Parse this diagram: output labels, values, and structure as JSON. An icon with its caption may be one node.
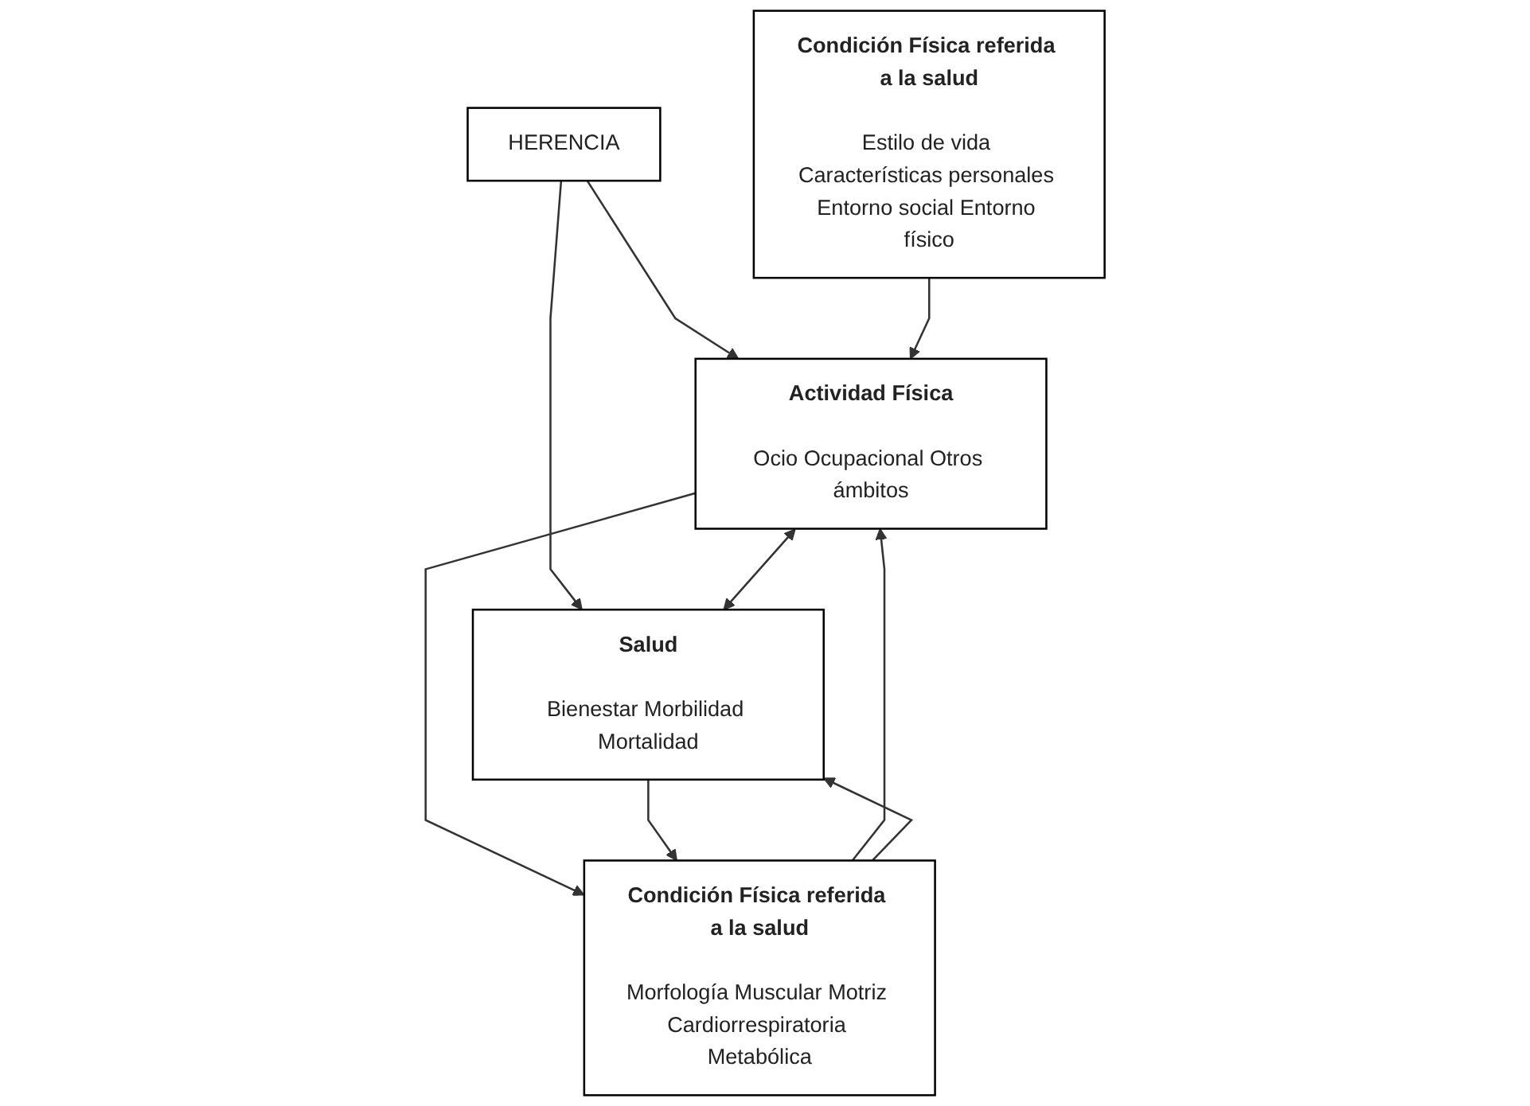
{
  "diagram": {
    "nodes": [
      {
        "text": [
          "HERENCIA"
        ]
      },
      {
        "text": [
          "Actividad Física",
          "Ocio Ocupacional Otros ámbitos"
        ]
      },
      {
        "text": [
          "Condición Física referida a la salud",
          "Morfología Muscular Motriz Cardiorrespiratoria Metabólica"
        ]
      },
      {
        "text": [
          "Salud",
          "Bienestar Morbilidad Mortalidad"
        ]
      },
      {
        "text": [
          "Condición Física referida a la salud",
          "Estilo de vida Características personales Entorno social Entorno físico"
        ]
      }
    ],
    "edges": [
      {
        "from": 0,
        "to": 1,
        "arrow": "to"
      },
      {
        "from": 0,
        "to": 3,
        "arrow": "to"
      },
      {
        "from": 1,
        "to": 3,
        "arrow": "both"
      },
      {
        "from": 1,
        "to": 2,
        "arrow": "to"
      },
      {
        "from": 2,
        "to": 1,
        "arrow": "to"
      },
      {
        "from": 2,
        "to": 3,
        "arrow": "to"
      },
      {
        "from": 3,
        "to": 2,
        "arrow": "to"
      },
      {
        "from": 4,
        "to": 1,
        "arrow": "to"
      }
    ]
  }
}
